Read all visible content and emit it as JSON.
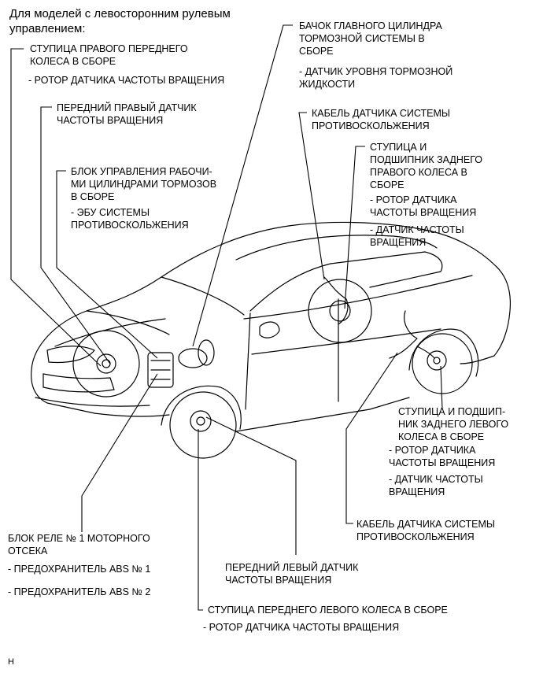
{
  "header": {
    "line1": "Для моделей с левосторонним рулевым",
    "line2": "управлением:"
  },
  "labels": {
    "front_right_hub": {
      "l1": "СТУПИЦА ПРАВОГО ПЕРЕДНЕГО",
      "l2": "КОЛЕСА В СБОРЕ",
      "sub": "- РОТОР ДАТЧИКА ЧАСТОТЫ ВРАЩЕНИЯ"
    },
    "front_right_sensor": {
      "l1": "ПЕРЕДНИЙ ПРАВЫЙ ДАТЧИК",
      "l2": "ЧАСТОТЫ ВРАЩЕНИЯ"
    },
    "actuator": {
      "l1": "БЛОК УПРАВЛЕНИЯ РАБОЧИ-",
      "l2": "МИ ЦИЛИНДРАМИ ТОРМОЗОВ",
      "l3": "В СБОРЕ",
      "sub1": "- ЭБУ СИСТЕМЫ",
      "sub2": "ПРОТИВОСКОЛЬЖЕНИЯ"
    },
    "reservoir": {
      "l1": "БАЧОК ГЛАВНОГО ЦИЛИНДРА",
      "l2": "ТОРМОЗНОЙ СИСТЕМЫ В",
      "l3": "СБОРЕ",
      "sub1": "- ДАТЧИК УРОВНЯ ТОРМОЗНОЙ",
      "sub2": "ЖИДКОСТИ"
    },
    "cable_right": {
      "l1": "КАБЕЛЬ ДАТЧИКА СИСТЕМЫ",
      "l2": "ПРОТИВОСКОЛЬЖЕНИЯ"
    },
    "rear_right_hub": {
      "l1": "СТУПИЦА И",
      "l2": "ПОДШИПНИК ЗАДНЕГО",
      "l3": "ПРАВОГО КОЛЕСА В",
      "l4": "СБОРЕ",
      "sub1a": "- РОТОР ДАТЧИКА",
      "sub1b": "ЧАСТОТЫ ВРАЩЕНИЯ",
      "sub2a": "- ДАТЧИК ЧАСТОТЫ",
      "sub2b": "ВРАЩЕНИЯ"
    },
    "rear_left_hub": {
      "l1": "СТУПИЦА И ПОДШИП-",
      "l2": "НИК ЗАДНЕГО ЛЕВОГО",
      "l3": "КОЛЕСА В СБОРЕ",
      "sub1a": "- РОТОР ДАТЧИКА",
      "sub1b": "ЧАСТОТЫ ВРАЩЕНИЯ",
      "sub2a": "- ДАТЧИК ЧАСТОТЫ",
      "sub2b": "ВРАЩЕНИЯ"
    },
    "cable_left": {
      "l1": "КАБЕЛЬ ДАТЧИКА СИСТЕМЫ",
      "l2": "ПРОТИВОСКОЛЬЖЕНИЯ"
    },
    "relay_block": {
      "l1": "БЛОК РЕЛЕ № 1 МОТОРНОГО",
      "l2": "ОТСЕКА",
      "sub1": "- ПРЕДОХРАНИТЕЛЬ ABS № 1",
      "sub2": "- ПРЕДОХРАНИТЕЛЬ ABS № 2"
    },
    "front_left_sensor": {
      "l1": "ПЕРЕДНИЙ ЛЕВЫЙ ДАТЧИК",
      "l2": "ЧАСТОТЫ ВРАЩЕНИЯ"
    },
    "front_left_hub": {
      "l1": "СТУПИЦА ПЕРЕДНЕГО ЛЕВОГО КОЛЕСА В СБОРЕ",
      "sub": "- РОТОР ДАТЧИКА ЧАСТОТЫ ВРАЩЕНИЯ"
    }
  },
  "footer": {
    "code": "H"
  }
}
